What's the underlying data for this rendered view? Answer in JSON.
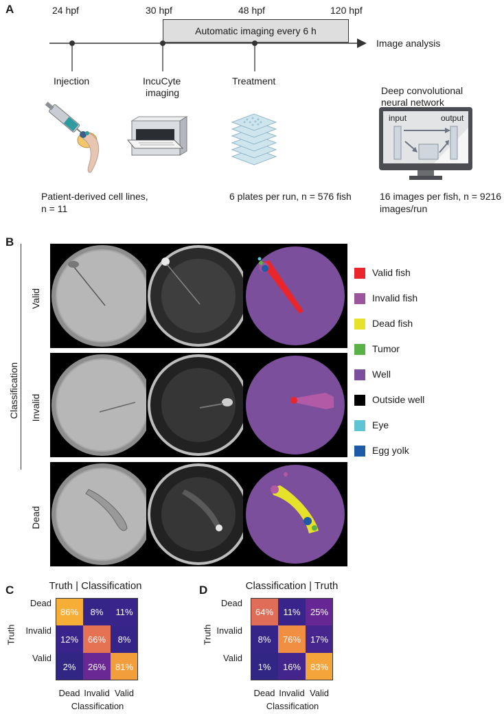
{
  "panel_a": {
    "letter": "A",
    "timeline": {
      "ticks": [
        {
          "label": "24 hpf",
          "event": "Injection"
        },
        {
          "label": "30 hpf",
          "event": "IncuCyte imaging"
        },
        {
          "label": "48 hpf",
          "event": "Treatment"
        },
        {
          "label": "120 hpf",
          "event": ""
        }
      ],
      "box_label": "Automatic imaging every 6 h",
      "end_label": "Image analysis"
    },
    "events": {
      "injection": "Injection",
      "incucyte_line1": "IncuCyte",
      "incucyte_line2": "imaging",
      "treatment": "Treatment",
      "dcnn_line1": "Deep convolutional",
      "dcnn_line2": "neural network"
    },
    "network": {
      "input_label": "input",
      "output_label": "output"
    },
    "captions": {
      "cells": "Patient-derived cell lines, n = 11",
      "plates": "6 plates per run, n = 576 fish",
      "images": "16 images per fish, n = 9216 images/run"
    }
  },
  "panel_b": {
    "letter": "B",
    "axis_label": "Classification",
    "rows": [
      "Valid",
      "Invalid",
      "Dead"
    ],
    "legend": [
      {
        "label": "Valid fish",
        "color": "#e8262c"
      },
      {
        "label": "Invalid fish",
        "color": "#9b559c"
      },
      {
        "label": "Dead fish",
        "color": "#e6e22c"
      },
      {
        "label": "Tumor",
        "color": "#5ab246"
      },
      {
        "label": "Well",
        "color": "#7b4f9c"
      },
      {
        "label": "Outside well",
        "color": "#000000"
      },
      {
        "label": "Eye",
        "color": "#5ec4d4"
      },
      {
        "label": "Egg yolk",
        "color": "#1f5aa6"
      }
    ]
  },
  "panel_c": {
    "letter": "C",
    "chart_data": {
      "type": "heatmap",
      "title": "Truth | Classification",
      "xlabel": "Classification",
      "ylabel": "Truth",
      "x_categories": [
        "Dead",
        "Invalid",
        "Valid"
      ],
      "y_categories": [
        "Dead",
        "Invalid",
        "Valid"
      ],
      "values": [
        [
          "86%",
          "8%",
          "11%"
        ],
        [
          "12%",
          "66%",
          "8%"
        ],
        [
          "2%",
          "26%",
          "81%"
        ]
      ],
      "numeric": [
        [
          86,
          8,
          11
        ],
        [
          12,
          66,
          8
        ],
        [
          2,
          26,
          81
        ]
      ]
    }
  },
  "panel_d": {
    "letter": "D",
    "chart_data": {
      "type": "heatmap",
      "title": "Classification | Truth",
      "xlabel": "Classification",
      "ylabel": "Truth",
      "x_categories": [
        "Dead",
        "Invalid",
        "Valid"
      ],
      "y_categories": [
        "Dead",
        "Invalid",
        "Valid"
      ],
      "values": [
        [
          "64%",
          "11%",
          "25%"
        ],
        [
          "8%",
          "76%",
          "17%"
        ],
        [
          "1%",
          "16%",
          "83%"
        ]
      ],
      "numeric": [
        [
          64,
          11,
          25
        ],
        [
          8,
          76,
          17
        ],
        [
          1,
          16,
          83
        ]
      ]
    }
  }
}
